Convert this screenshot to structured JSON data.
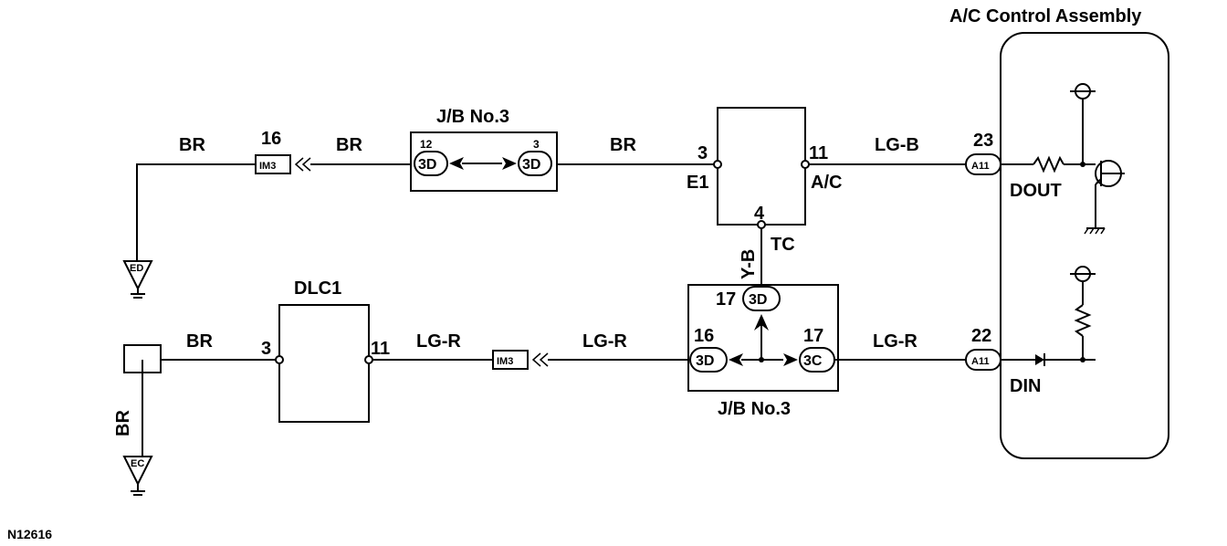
{
  "diagram_id": "N12616",
  "ac_control": {
    "title": "A/C Control Assembly",
    "dout_label": "DOUT",
    "din_label": "DIN"
  },
  "jb_top": {
    "title": "J/B No.3",
    "left_pin": "12",
    "left_conn": "3D",
    "right_pin": "3",
    "right_conn": "3D"
  },
  "jb_bottom": {
    "title": "J/B No.3",
    "top_pin": "17",
    "top_conn": "3D",
    "left_pin": "16",
    "left_conn": "3D",
    "right_pin": "17",
    "right_conn": "3C"
  },
  "ecu": {
    "pin_e1": "3",
    "label_e1": "E1",
    "pin_ac": "11",
    "label_ac": "A/C",
    "pin_tc": "4",
    "label_tc": "TC"
  },
  "dlc1": {
    "title": "DLC1",
    "pin_left": "3",
    "pin_right": "11"
  },
  "connectors": {
    "im3_top": {
      "label": "IM3",
      "pin": "16"
    },
    "im3_bottom": {
      "label": "IM3"
    },
    "a11_top": {
      "label": "A11",
      "pin": "23"
    },
    "a11_bottom": {
      "label": "A11",
      "pin": "22"
    }
  },
  "grounds": {
    "ed": "ED",
    "ec": "EC"
  },
  "wires": {
    "br_1": "BR",
    "br_2": "BR",
    "br_3": "BR",
    "br_4": "BR",
    "br_5": "BR",
    "lg_b": "LG-B",
    "y_b": "Y-B",
    "lg_r_1": "LG-R",
    "lg_r_2": "LG-R",
    "lg_r_3": "LG-R"
  }
}
